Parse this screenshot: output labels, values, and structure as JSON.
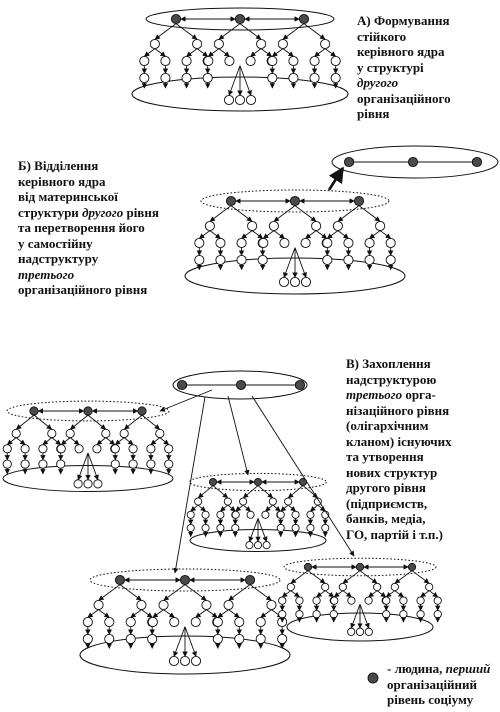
{
  "captions": {
    "a": {
      "lines": [
        [
          {
            "t": "А) Формування"
          }
        ],
        [
          {
            "t": "стійкого"
          }
        ],
        [
          {
            "t": "керівного ядра"
          }
        ],
        [
          {
            "t": "у структурі"
          }
        ],
        [
          {
            "t": "другого",
            "em": true
          }
        ],
        [
          {
            "t": "організаційного"
          }
        ],
        [
          {
            "t": "рівня"
          }
        ]
      ]
    },
    "b": {
      "lines": [
        [
          {
            "t": "Б) Відділення"
          }
        ],
        [
          {
            "t": "керівного ядра"
          }
        ],
        [
          {
            "t": "від материнської"
          }
        ],
        [
          {
            "t": "структури "
          },
          {
            "t": "другого",
            "em": true
          },
          {
            "t": " рівня"
          }
        ],
        [
          {
            "t": "та перетворення його"
          }
        ],
        [
          {
            "t": "у самостійну"
          }
        ],
        [
          {
            "t": "надструктуру"
          }
        ],
        [
          {
            "t": "третього",
            "em": true
          }
        ],
        [
          {
            "t": "організаційного рівня"
          }
        ]
      ]
    },
    "c": {
      "lines": [
        [
          {
            "t": "В) Захоплення"
          }
        ],
        [
          {
            "t": "надструктурою"
          }
        ],
        [
          {
            "t": "третього",
            "em": true
          },
          {
            "t": " орга-"
          }
        ],
        [
          {
            "t": "нізаційного рівня"
          }
        ],
        [
          {
            "t": "(олігархічним"
          }
        ],
        [
          {
            "t": "кланом) існуючих"
          }
        ],
        [
          {
            "t": "та утворення"
          }
        ],
        [
          {
            "t": "нових структур"
          }
        ],
        [
          {
            "t": "другого рівня"
          }
        ],
        [
          {
            "t": "(підприємств,"
          }
        ],
        [
          {
            "t": "банків, медіа,"
          }
        ],
        [
          {
            "t": "ГО, партій і т.п.)"
          }
        ]
      ]
    },
    "legend": {
      "lines": [
        [
          {
            "t": "- людина, "
          },
          {
            "t": "перший",
            "em": true
          }
        ],
        [
          {
            "t": "організаційний"
          }
        ],
        [
          {
            "t": "рівень  соціуму"
          }
        ]
      ]
    }
  },
  "colors": {
    "node_fill": "#4a4a4a",
    "line": "#111111"
  }
}
